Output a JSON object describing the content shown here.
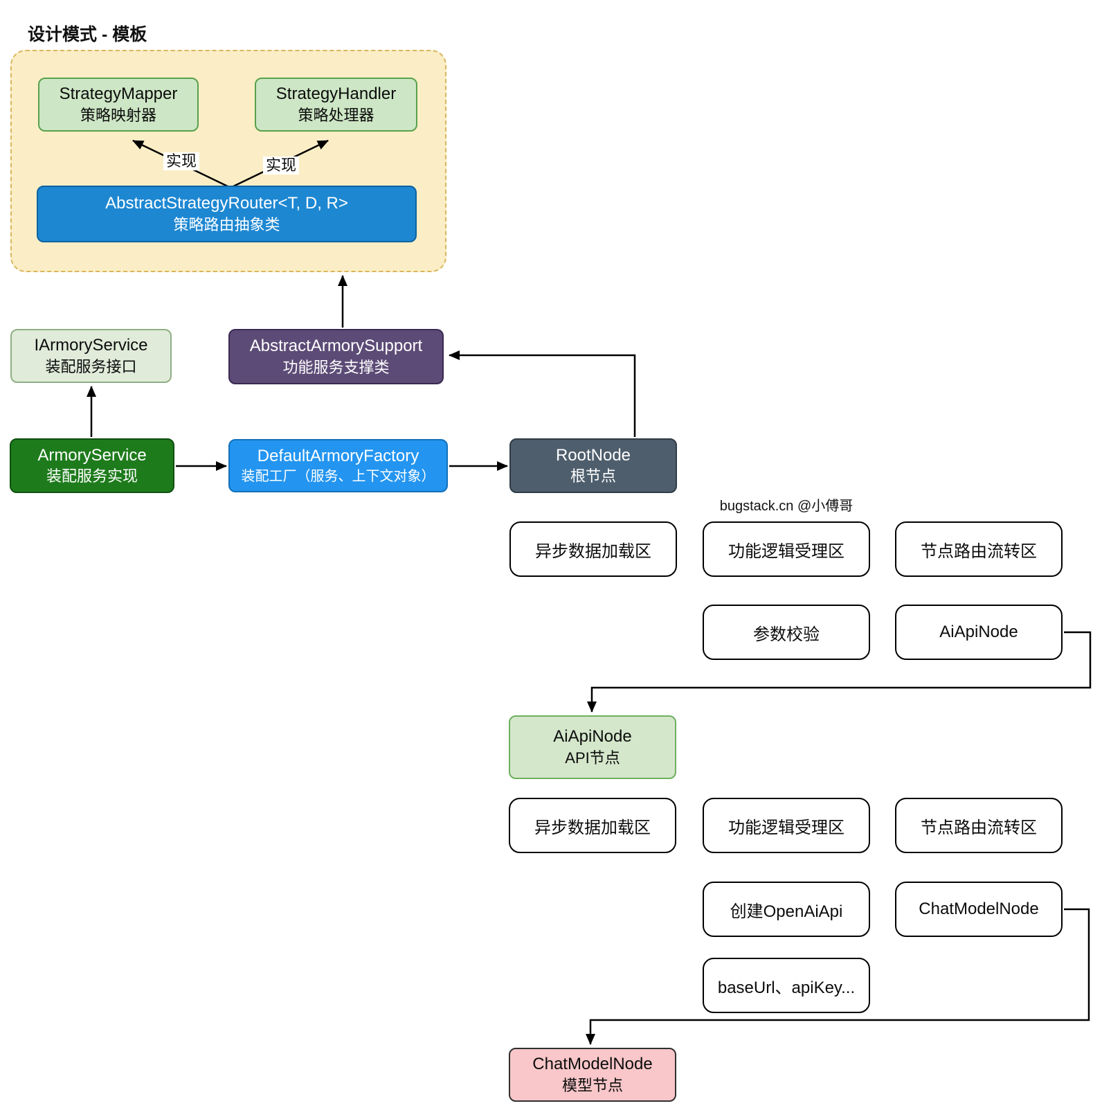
{
  "title": "设计模式 - 模板",
  "watermark": "bugstack.cn @小傅哥",
  "labels": {
    "realize_left": "实现",
    "realize_right": "实现"
  },
  "nodes": {
    "strategy_mapper": {
      "en": "StrategyMapper",
      "zh": "策略映射器"
    },
    "strategy_handler": {
      "en": "StrategyHandler",
      "zh": "策略处理器"
    },
    "abstract_strategy_router": {
      "en": "AbstractStrategyRouter<T, D, R>",
      "zh": "策略路由抽象类"
    },
    "iarmory_service": {
      "en": "IArmoryService",
      "zh": "装配服务接口"
    },
    "abstract_armory_support": {
      "en": "AbstractArmorySupport",
      "zh": "功能服务支撑类"
    },
    "armory_service": {
      "en": "ArmoryService",
      "zh": "装配服务实现"
    },
    "default_armory_factory": {
      "en": "DefaultArmoryFactory",
      "zh": "装配工厂（服务、上下文对象）"
    },
    "root_node": {
      "en": "RootNode",
      "zh": "根节点"
    },
    "ai_api_node": {
      "en": "AiApiNode",
      "zh": "API节点"
    },
    "chat_model_node": {
      "en": "ChatModelNode",
      "zh": "模型节点"
    }
  },
  "root_node_zones": [
    "异步数据加载区",
    "功能逻辑受理区",
    "节点路由流转区"
  ],
  "root_node_steps": {
    "validate": "参数校验",
    "next": "AiApiNode"
  },
  "ai_api_zones": [
    "异步数据加载区",
    "功能逻辑受理区",
    "节点路由流转区"
  ],
  "ai_api_steps": {
    "create": "创建OpenAiApi",
    "next": "ChatModelNode",
    "params": "baseUrl、apiKey..."
  },
  "colors": {
    "line": "#000000",
    "template-bg": "#FBEEC6",
    "template-border": "#D9B55C",
    "green-bg": "#CDE6C5",
    "green-border": "#58A04C",
    "pale-green-bg": "#E0EBDA",
    "pale-green-border": "#90AF84",
    "api-green-bg": "#D4E7CB",
    "api-green-border": "#6DB05E",
    "router-blue-bg": "#1D87D2",
    "router-blue-border": "#0F63A0",
    "factory-blue-bg": "#2395F0",
    "factory-blue-border": "#1270BB",
    "purple-bg": "#5C4B76",
    "purple-border": "#3A2A52",
    "dark-green-bg": "#1E7B1C",
    "dark-green-border": "#0F4F10",
    "slate-bg": "#4E5E6D",
    "slate-border": "#303C46",
    "pink-bg": "#F9C7C9",
    "pink-border": "#2F2F2F",
    "zone-border": "#000000"
  }
}
